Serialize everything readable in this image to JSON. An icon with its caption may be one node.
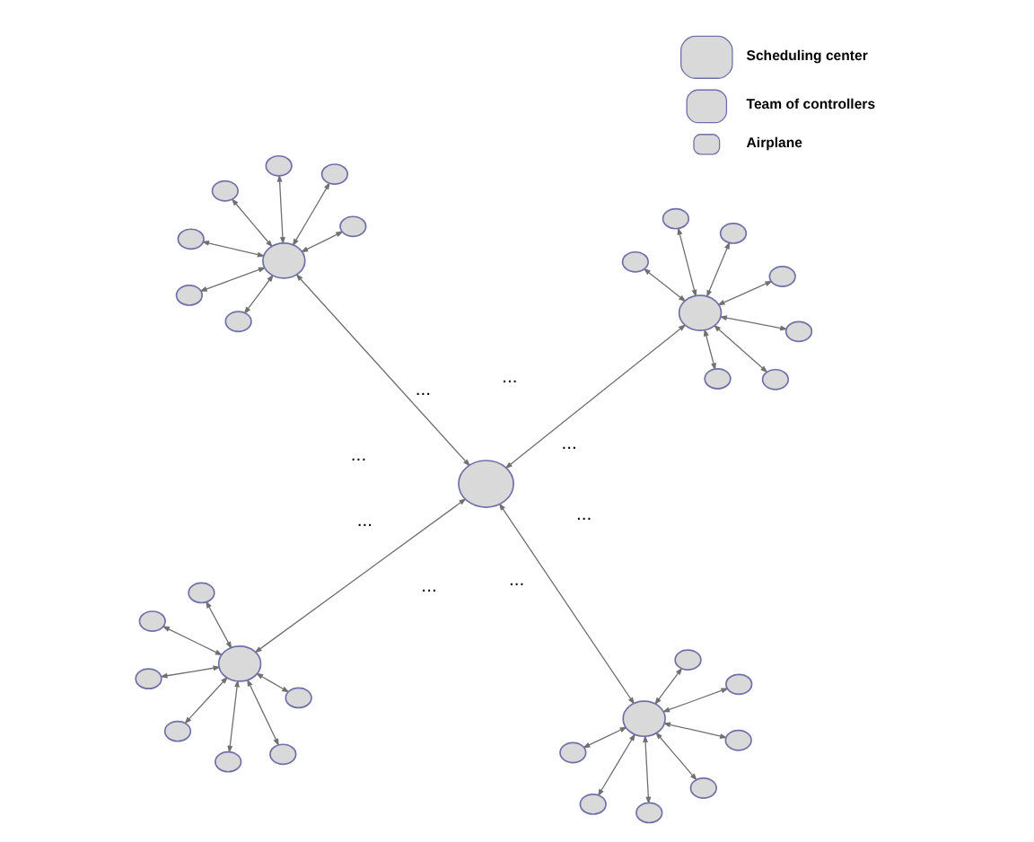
{
  "diagram": {
    "nodes": [
      {
        "text": [],
        "shape": "circle"
      },
      {
        "text": [],
        "shape": "circle"
      },
      {
        "text": [],
        "shape": "circle"
      },
      {
        "text": [],
        "shape": "circle"
      },
      {
        "text": [],
        "shape": "circle"
      },
      {
        "text": [],
        "shape": "circle"
      },
      {
        "text": [],
        "shape": "circle"
      },
      {
        "text": [],
        "shape": "circle"
      },
      {
        "text": [],
        "shape": "circle"
      },
      {
        "text": [],
        "shape": "circle"
      },
      {
        "text": [],
        "shape": "circle"
      },
      {
        "text": [],
        "shape": "circle"
      },
      {
        "text": [],
        "shape": "circle"
      },
      {
        "text": [],
        "shape": "circle"
      },
      {
        "text": [],
        "shape": "circle"
      },
      {
        "text": [],
        "shape": "circle"
      },
      {
        "text": [],
        "shape": "circle"
      },
      {
        "text": [],
        "shape": "circle"
      },
      {
        "text": [],
        "shape": "circle"
      },
      {
        "text": [],
        "shape": "circle"
      },
      {
        "text": [],
        "shape": "circle"
      },
      {
        "text": [],
        "shape": "circle"
      },
      {
        "text": [],
        "shape": "circle"
      },
      {
        "text": [],
        "shape": "circle"
      },
      {
        "text": [],
        "shape": "circle"
      },
      {
        "text": [],
        "shape": "circle"
      },
      {
        "text": [],
        "shape": "circle"
      },
      {
        "text": [],
        "shape": "circle"
      },
      {
        "text": [],
        "shape": "circle"
      },
      {
        "text": [],
        "shape": "circle"
      },
      {
        "text": [],
        "shape": "circle"
      },
      {
        "text": [],
        "shape": "circle"
      },
      {
        "text": [],
        "shape": "circle"
      }
    ],
    "edges": [
      {
        "from": 16,
        "to": 0,
        "arrow": "both"
      },
      {
        "from": 16,
        "to": 8,
        "arrow": "both"
      },
      {
        "from": 16,
        "to": 17,
        "arrow": "both"
      },
      {
        "from": 16,
        "to": 25,
        "arrow": "both"
      },
      {
        "from": 0,
        "to": 1,
        "arrow": "both"
      },
      {
        "from": 0,
        "to": 2,
        "arrow": "both"
      },
      {
        "from": 0,
        "to": 3,
        "arrow": "both"
      },
      {
        "from": 0,
        "to": 4,
        "arrow": "both"
      },
      {
        "from": 0,
        "to": 5,
        "arrow": "both"
      },
      {
        "from": 0,
        "to": 6,
        "arrow": "both"
      },
      {
        "from": 0,
        "to": 7,
        "arrow": "both"
      },
      {
        "from": 8,
        "to": 9,
        "arrow": "both"
      },
      {
        "from": 8,
        "to": 10,
        "arrow": "both"
      },
      {
        "from": 8,
        "to": 11,
        "arrow": "both"
      },
      {
        "from": 8,
        "to": 12,
        "arrow": "both"
      },
      {
        "from": 8,
        "to": 13,
        "arrow": "both"
      },
      {
        "from": 8,
        "to": 14,
        "arrow": "both"
      },
      {
        "from": 8,
        "to": 15,
        "arrow": "both"
      },
      {
        "from": 17,
        "to": 18,
        "arrow": "both"
      },
      {
        "from": 17,
        "to": 19,
        "arrow": "both"
      },
      {
        "from": 17,
        "to": 20,
        "arrow": "both"
      },
      {
        "from": 17,
        "to": 21,
        "arrow": "both"
      },
      {
        "from": 17,
        "to": 22,
        "arrow": "both"
      },
      {
        "from": 17,
        "to": 23,
        "arrow": "both"
      },
      {
        "from": 17,
        "to": 24,
        "arrow": "both"
      },
      {
        "from": 25,
        "to": 26,
        "arrow": "both"
      },
      {
        "from": 25,
        "to": 27,
        "arrow": "both"
      },
      {
        "from": 25,
        "to": 28,
        "arrow": "both"
      },
      {
        "from": 25,
        "to": 29,
        "arrow": "both"
      },
      {
        "from": 25,
        "to": 30,
        "arrow": "both"
      },
      {
        "from": 25,
        "to": 31,
        "arrow": "both"
      },
      {
        "from": 25,
        "to": 32,
        "arrow": "both"
      }
    ],
    "labels": [
      "...",
      "...",
      "...",
      "...",
      "...",
      "...",
      "...",
      "..."
    ],
    "legend": [
      {
        "text": "Scheduling center"
      },
      {
        "text": "Team of controllers"
      },
      {
        "text": "Airplane"
      }
    ]
  }
}
